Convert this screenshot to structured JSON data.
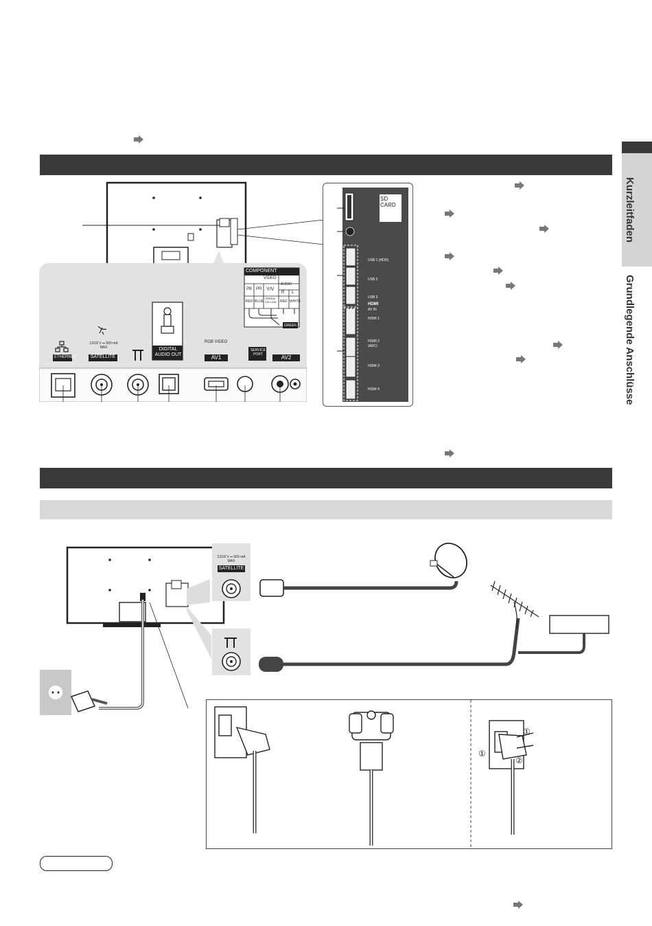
{
  "side_tab": {
    "section_label": "Kurzleitfaden",
    "chapter_label": "Grundlegende Anschlüsse"
  },
  "terminal_panel": {
    "ethernet_label": "ETHERNET",
    "satellite_spec": "13/18 V ⎓ 500 mA MAX",
    "satellite_label": "SATELLITE",
    "digital_audio_label": "DIGITAL AUDIO OUT",
    "av1_sub": "RGB VIDEO",
    "av1_label": "AV1",
    "component_label": "COMPONENT",
    "video_label": "VIDEO",
    "pb": "PB",
    "pr": "PR",
    "yv": "Y/V",
    "audio": "AUDIO",
    "r": "R",
    "l": "L",
    "red1": "RED",
    "blue": "BLUE",
    "green_yellow": "GREEN/ YELLOW",
    "red2": "RED",
    "white": "WHITE",
    "green": "GREEN",
    "service_port": "SERVICE PORT",
    "av2_label": "AV2"
  },
  "side_panel": {
    "sd_card": "SD CARD",
    "usb1": "USB 1 (HDD)",
    "usb2": "USB 2",
    "usb3": "USB 3",
    "hdmi_logo": "HDMI",
    "av_in": "AV IN",
    "hdmi1": "HDMI 1",
    "hdmi2": "HDMI 2 (ARC)",
    "hdmi3": "HDMI 3",
    "hdmi4": "HDMI 4"
  },
  "connection_diagram": {
    "satellite_spec": "13/18 V ⎓ 500 mA MAX",
    "satellite_label": "SATELLITE",
    "circle1": "①",
    "circle2": "②"
  },
  "colors": {
    "section_bar": "#3a3a3a",
    "subsection_bar": "#d9d9d9",
    "panel_bg": "#e2e2e2",
    "side_panel_bg": "#4a4a4a"
  }
}
